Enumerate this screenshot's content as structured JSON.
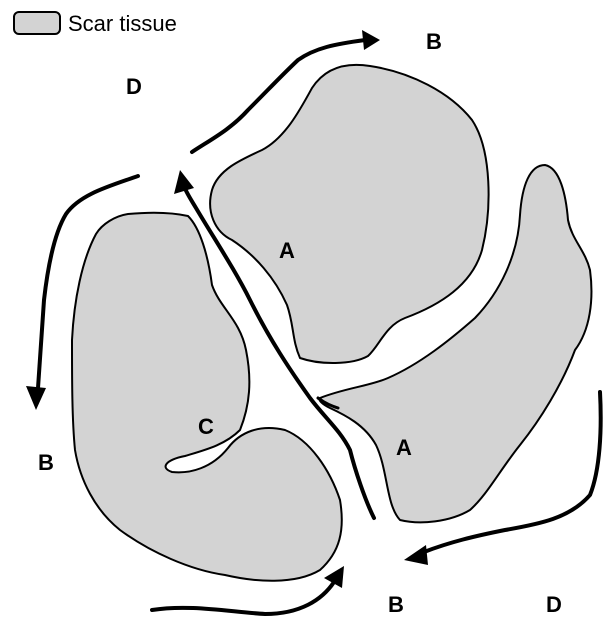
{
  "legend": {
    "label": "Scar tissue",
    "swatch_color": "#d3d3d3"
  },
  "labels": {
    "a_upper": "A",
    "a_lower": "A",
    "b_top": "B",
    "b_left": "B",
    "b_bottom": "B",
    "c": "C",
    "d_top_left": "D",
    "d_bottom_right": "D"
  },
  "colors": {
    "scar_fill": "#d3d3d3",
    "outline": "#000000",
    "background": "#ffffff"
  }
}
